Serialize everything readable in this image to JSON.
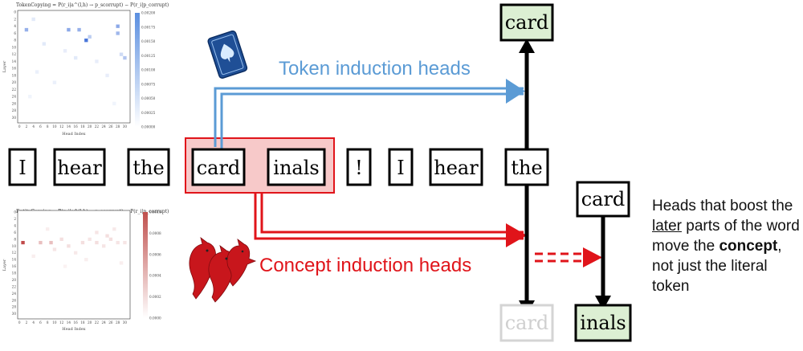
{
  "tokens": [
    "I",
    "hear",
    "the",
    "card",
    "inals",
    "!",
    "I",
    "hear",
    "the"
  ],
  "labels": {
    "token_heads": "Token induction heads",
    "concept_heads": "Concept induction heads"
  },
  "predictions": {
    "top_card": "card",
    "faded_card": "card",
    "right_card": "card",
    "right_inals": "inals"
  },
  "side_note": {
    "line1_pre": "Heads that boost the ",
    "line1_u": "later",
    "line1_post": " parts of the word move the ",
    "bold": "concept",
    "tail": ", not just the literal token"
  },
  "colors": {
    "blue": "#5b9bd5",
    "red": "#e0141a",
    "green_fill": "#dcefd3",
    "highlight_fill": "#f7c9c9",
    "highlight_stroke": "#e0141a"
  },
  "heatmap_top": {
    "title": "TokenCopying = P(r_i|a^(l,h) → p_scorrupt) − P(r_i|p_corrupt)",
    "xlabel": "Head Index",
    "ylabel": "Layer",
    "x_ticks": [
      "0",
      "2",
      "4",
      "6",
      "8",
      "10",
      "12",
      "14",
      "16",
      "18",
      "20",
      "22",
      "24",
      "26",
      "28",
      "30"
    ],
    "y_ticks": [
      "0",
      "2",
      "4",
      "6",
      "8",
      "10",
      "12",
      "14",
      "16",
      "18",
      "20",
      "22",
      "24",
      "26",
      "28",
      "30"
    ],
    "cbar_ticks": [
      "0.00200",
      "0.00175",
      "0.00150",
      "0.00125",
      "0.00100",
      "0.00075",
      "0.00050",
      "0.00025",
      "0.00000"
    ],
    "cells": [
      [
        4,
        2,
        0.15
      ],
      [
        2,
        5,
        0.55
      ],
      [
        14,
        5,
        0.6
      ],
      [
        17,
        5,
        0.55
      ],
      [
        28,
        4,
        0.6
      ],
      [
        28,
        6,
        0.5
      ],
      [
        20,
        7,
        0.35
      ],
      [
        19,
        8,
        0.95
      ],
      [
        7,
        9,
        0.15
      ],
      [
        13,
        11,
        0.12
      ],
      [
        29,
        12,
        0.25
      ],
      [
        30,
        13,
        0.4
      ],
      [
        16,
        13,
        0.15
      ],
      [
        22,
        14,
        0.12
      ],
      [
        5,
        17,
        0.1
      ],
      [
        25,
        18,
        0.12
      ],
      [
        10,
        20,
        0.1
      ],
      [
        3,
        24,
        0.08
      ],
      [
        27,
        26,
        0.08
      ]
    ]
  },
  "heatmap_bottom": {
    "title": "EntityCopying = P(r_i|a^(l,h) → p_scorrupt) − P(r_i|p_corrupt)",
    "xlabel": "Head Index",
    "ylabel": "Layer",
    "x_ticks": [
      "0",
      "2",
      "4",
      "6",
      "8",
      "10",
      "12",
      "14",
      "16",
      "18",
      "20",
      "22",
      "24",
      "26",
      "28",
      "30"
    ],
    "y_ticks": [
      "0",
      "2",
      "4",
      "6",
      "8",
      "10",
      "12",
      "14",
      "16",
      "18",
      "20",
      "22",
      "24",
      "26",
      "28",
      "30"
    ],
    "cbar_ticks": [
      "0.0010",
      "0.0008",
      "0.0006",
      "0.0004",
      "0.0002",
      "0.0000"
    ],
    "cells": [
      [
        1,
        9,
        0.85
      ],
      [
        6,
        9,
        0.3
      ],
      [
        9,
        9,
        0.3
      ],
      [
        12,
        8,
        0.15
      ],
      [
        14,
        10,
        0.15
      ],
      [
        18,
        9,
        0.15
      ],
      [
        20,
        8,
        0.12
      ],
      [
        22,
        9,
        0.15
      ],
      [
        24,
        10,
        0.12
      ],
      [
        26,
        8,
        0.15
      ],
      [
        28,
        9,
        0.12
      ],
      [
        30,
        9,
        0.12
      ],
      [
        10,
        11,
        0.12
      ],
      [
        16,
        12,
        0.1
      ],
      [
        25,
        7,
        0.15
      ],
      [
        22,
        6,
        0.12
      ],
      [
        8,
        5,
        0.08
      ],
      [
        27,
        5,
        0.1
      ],
      [
        4,
        13,
        0.08
      ],
      [
        19,
        14,
        0.08
      ],
      [
        13,
        16,
        0.06
      ],
      [
        29,
        15,
        0.08
      ]
    ]
  }
}
